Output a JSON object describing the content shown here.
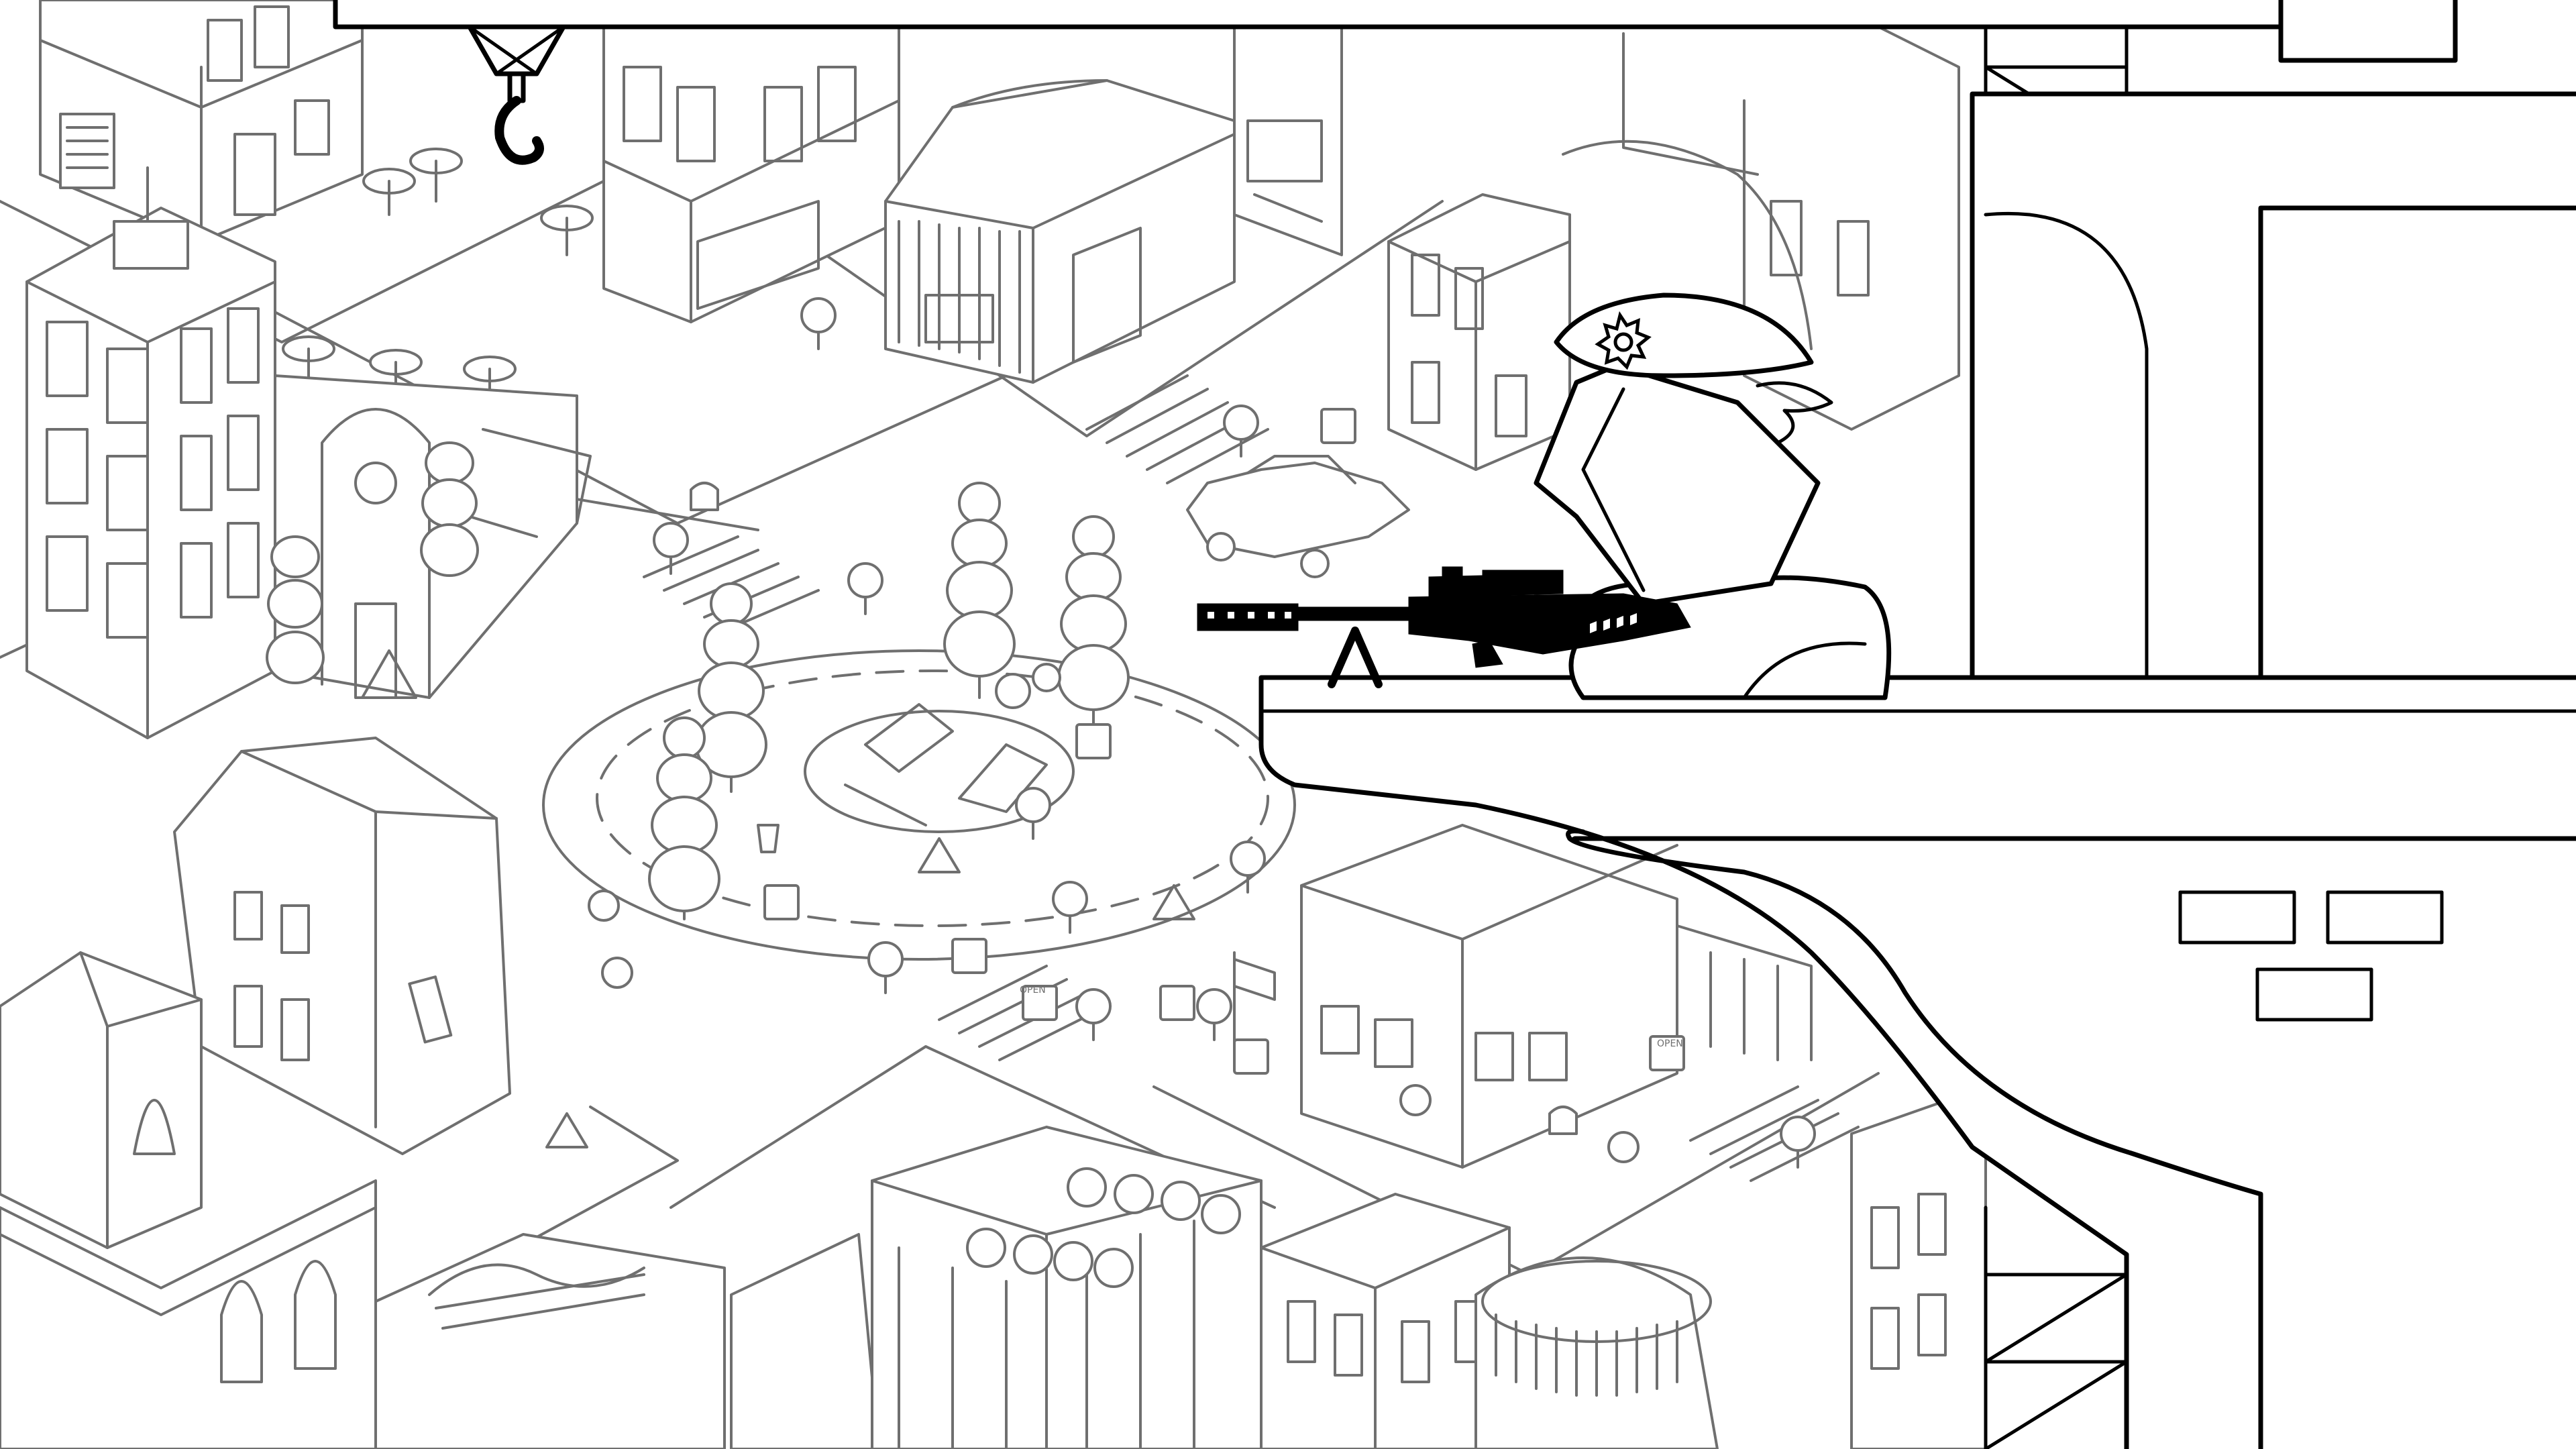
{
  "scene": {
    "type": "game-scene",
    "style": "black-and-white line art",
    "colors": {
      "background": "#ffffff",
      "city_line": "#6f6f6f",
      "foreground_ink": "#000000"
    },
    "player": {
      "character": "sniper",
      "hat_badge_icon": "q-badge-icon",
      "weapon": "sniper-rifle-with-bipod"
    },
    "shop_signs": [
      "OPEN",
      "OPEN"
    ]
  }
}
